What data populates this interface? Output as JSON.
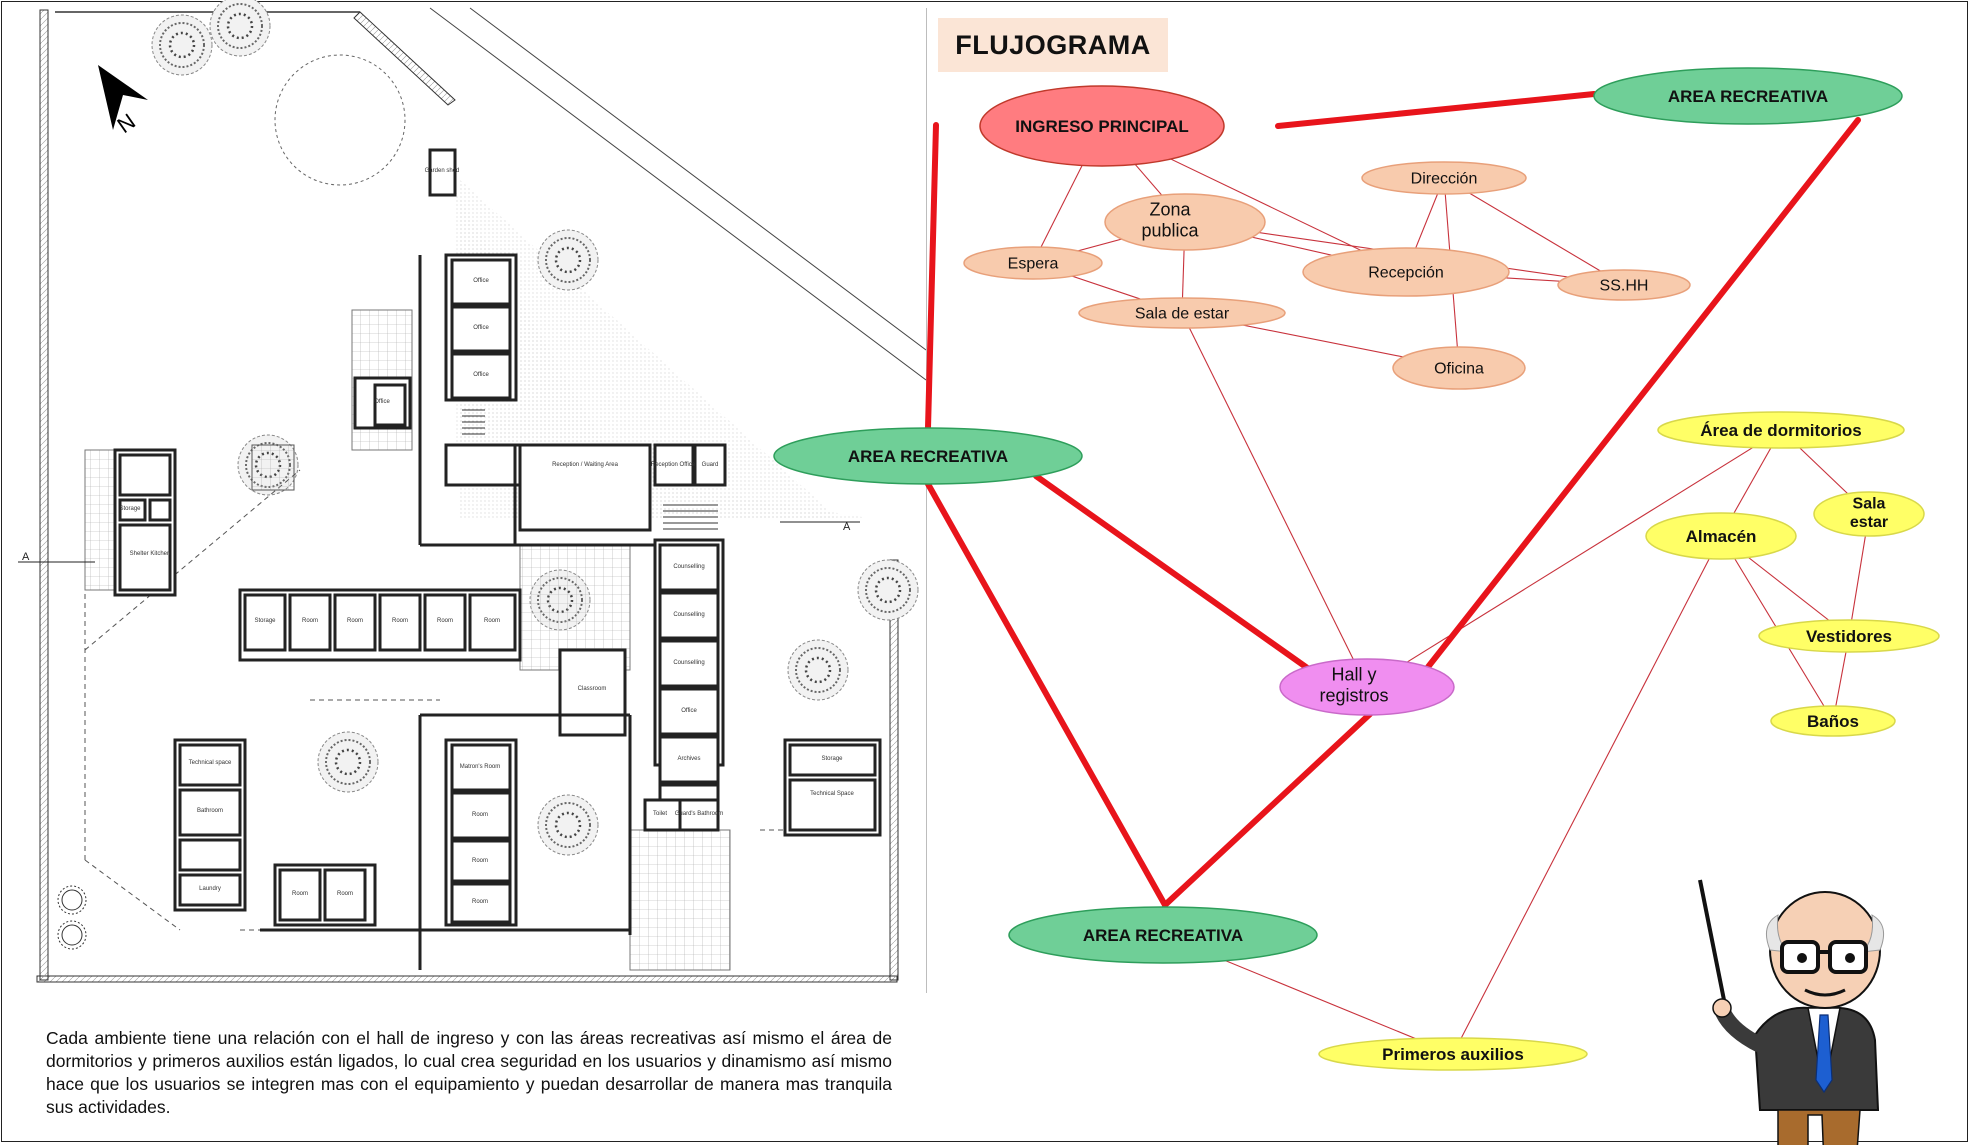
{
  "title": "FLUJOGRAMA",
  "description": "Cada ambiente tiene una relación con el hall de ingreso y con las áreas recreativas así mismo el área de dormitorios y primeros auxilios están ligados, lo cual crea seguridad en los usuarios y dinamismo así mismo hace que los usuarios se integren mas con el equipamiento y puedan desarrollar de manera mas tranquila sus actividades.",
  "colors": {
    "strong_link": "#e8141b",
    "thin_link": "#c8323c",
    "main_entry_fill": "#ff7c80",
    "recreation_fill": "#6fcf97",
    "public_fill": "#f8cbad",
    "hall_fill": "#f08ef0",
    "dorm_fill": "#ffff66",
    "title_bg": "#fbe5d6"
  },
  "plan": {
    "north_label": "N",
    "section_labels": [
      "A",
      "A"
    ],
    "rooms": [
      "Office",
      "Office",
      "Office",
      "Office",
      "Reception / Waiting Area",
      "Reception Office",
      "Guard",
      "Counselling",
      "Counselling",
      "Counselling",
      "Office",
      "Archives",
      "Classroom",
      "Storage",
      "Room",
      "Room",
      "Room",
      "Room",
      "Room",
      "Matron's Room",
      "Room",
      "Room",
      "Room",
      "Room",
      "Room",
      "Technical space",
      "Bathroom",
      "Shelter Kitchen",
      "Laundry",
      "Storage",
      "Technical Space",
      "Toilet",
      "Guard's Bathroom",
      "Storage",
      "Garden shed"
    ]
  },
  "nodes": [
    {
      "id": "ingreso",
      "label": "INGRESO PRINCIPAL",
      "type": "main"
    },
    {
      "id": "rec_top",
      "label": "AREA RECREATIVA",
      "type": "recreation"
    },
    {
      "id": "rec_left",
      "label": "AREA RECREATIVA",
      "type": "recreation"
    },
    {
      "id": "rec_bottom",
      "label": "AREA RECREATIVA",
      "type": "recreation"
    },
    {
      "id": "zona",
      "label": "Zona publica",
      "type": "public"
    },
    {
      "id": "espera",
      "label": "Espera",
      "type": "public"
    },
    {
      "id": "direccion",
      "label": "Dirección",
      "type": "public"
    },
    {
      "id": "recepcion",
      "label": "Recepción",
      "type": "public"
    },
    {
      "id": "sshh",
      "label": "SS.HH",
      "type": "public"
    },
    {
      "id": "sala",
      "label": "Sala de estar",
      "type": "public"
    },
    {
      "id": "oficina",
      "label": "Oficina",
      "type": "public"
    },
    {
      "id": "hall",
      "label": "Hall y registros",
      "type": "hall"
    },
    {
      "id": "dormitorios",
      "label": "Área de dormitorios",
      "type": "dorm"
    },
    {
      "id": "almacen",
      "label": "Almacén",
      "type": "dorm"
    },
    {
      "id": "sala_estar",
      "label": "Sala estar",
      "type": "dorm"
    },
    {
      "id": "vestidores",
      "label": "Vestidores",
      "type": "dorm"
    },
    {
      "id": "banos",
      "label": "Baños",
      "type": "dorm"
    },
    {
      "id": "primeros",
      "label": "Primeros auxilios",
      "type": "dorm"
    }
  ],
  "links": [
    {
      "from": "ingreso",
      "to": "rec_top",
      "strength": "strong"
    },
    {
      "from": "ingreso",
      "to": "rec_left",
      "strength": "strong"
    },
    {
      "from": "rec_top",
      "to": "hall",
      "strength": "strong"
    },
    {
      "from": "rec_left",
      "to": "hall",
      "strength": "strong"
    },
    {
      "from": "rec_left",
      "to": "rec_bottom",
      "strength": "strong"
    },
    {
      "from": "hall",
      "to": "rec_bottom",
      "strength": "strong"
    },
    {
      "from": "ingreso",
      "to": "espera",
      "strength": "thin"
    },
    {
      "from": "ingreso",
      "to": "zona",
      "strength": "thin"
    },
    {
      "from": "ingreso",
      "to": "recepcion",
      "strength": "thin"
    },
    {
      "from": "zona",
      "to": "espera",
      "strength": "thin"
    },
    {
      "from": "zona",
      "to": "sala",
      "strength": "thin"
    },
    {
      "from": "zona",
      "to": "recepcion",
      "strength": "thin"
    },
    {
      "from": "zona",
      "to": "sshh",
      "strength": "thin"
    },
    {
      "from": "espera",
      "to": "sala",
      "strength": "thin"
    },
    {
      "from": "direccion",
      "to": "recepcion",
      "strength": "thin"
    },
    {
      "from": "direccion",
      "to": "sshh",
      "strength": "thin"
    },
    {
      "from": "direccion",
      "to": "oficina",
      "strength": "thin"
    },
    {
      "from": "recepcion",
      "to": "sshh",
      "strength": "thin"
    },
    {
      "from": "sala",
      "to": "oficina",
      "strength": "thin"
    },
    {
      "from": "sala",
      "to": "hall",
      "strength": "thin"
    },
    {
      "from": "hall",
      "to": "dormitorios",
      "strength": "thin"
    },
    {
      "from": "dormitorios",
      "to": "almacen",
      "strength": "thin"
    },
    {
      "from": "dormitorios",
      "to": "sala_estar",
      "strength": "thin"
    },
    {
      "from": "almacen",
      "to": "vestidores",
      "strength": "thin"
    },
    {
      "from": "almacen",
      "to": "banos",
      "strength": "thin"
    },
    {
      "from": "almacen",
      "to": "primeros",
      "strength": "thin"
    },
    {
      "from": "sala_estar",
      "to": "vestidores",
      "strength": "thin"
    },
    {
      "from": "vestidores",
      "to": "banos",
      "strength": "thin"
    },
    {
      "from": "rec_bottom",
      "to": "primeros",
      "strength": "thin"
    }
  ]
}
